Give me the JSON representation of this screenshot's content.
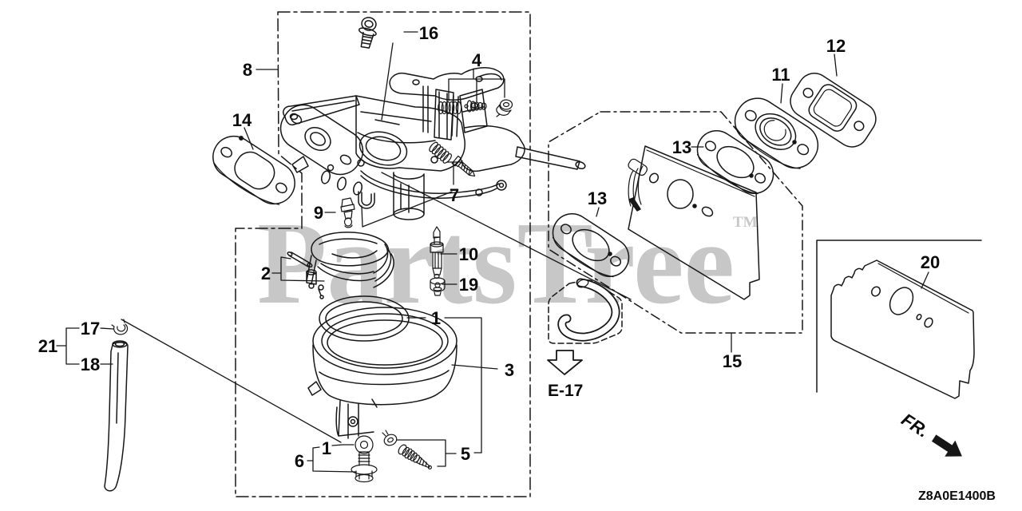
{
  "watermark": {
    "text": "PartsTree",
    "tm": "TM"
  },
  "diagram_code": "Z8A0E1400B",
  "cross_reference": {
    "label": "E-17"
  },
  "orientation": {
    "label": "FR."
  },
  "callouts": {
    "n16": "16",
    "n8": "8",
    "n4": "4",
    "n14": "14",
    "n7": "7",
    "n9": "9",
    "n2": "2",
    "n10": "10",
    "n19": "19",
    "n1_ring": "1",
    "n3": "3",
    "n1_washer": "1",
    "n6": "6",
    "n5": "5",
    "n17": "17",
    "n21": "21",
    "n18": "18",
    "n11": "11",
    "n12": "12",
    "n13_upper": "13",
    "n13_lower": "13",
    "n15": "15",
    "n20": "20"
  }
}
